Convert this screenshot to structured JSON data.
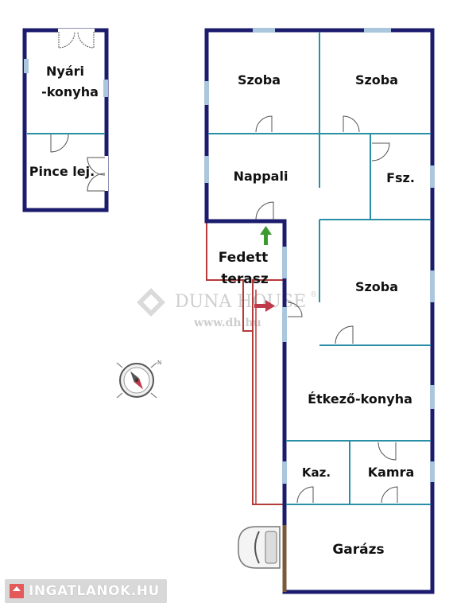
{
  "rooms": {
    "nyari_line1": "Nyári",
    "nyari_line2": "-konyha",
    "pince": "Pince lej.",
    "szoba_1": "Szoba",
    "szoba_2": "Szoba",
    "nappali": "Nappali",
    "fsz": "Fsz.",
    "terasz_line1": "Fedett",
    "terasz_line2": "terasz",
    "szoba_3": "Szoba",
    "etkezo": "Étkező-konyha",
    "kaz": "Kaz.",
    "kamra": "Kamra",
    "garazs": "Garázs"
  },
  "watermark": {
    "brand": "DUNA HOUSE",
    "registered": "®",
    "url": "www.dh.hu"
  },
  "compass": {
    "north_mark": "N"
  },
  "site_badge": {
    "name": "INGATLANOK.HU"
  },
  "colors": {
    "outer_wall": "#1c1c6e",
    "inner_wall": "#2a8fa6",
    "window": "#aac7dd",
    "terrace_outline": "#b53a3a",
    "path_arrow": "#c0394b",
    "entry_arrow": "#3c9a2f",
    "garage_door": "#7a5a3a"
  }
}
